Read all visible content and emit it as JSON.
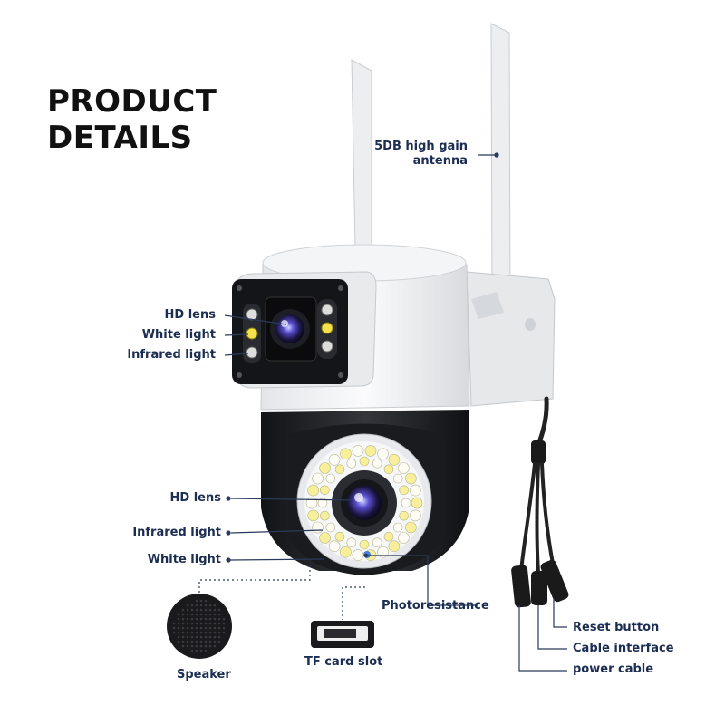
{
  "heading": {
    "line1": "PRODUCT",
    "line2": "DETAILS"
  },
  "labels": {
    "antenna_line1": "5DB high gain",
    "antenna_line2": "antenna",
    "top_hd_lens": "HD lens",
    "top_white_light": "White light",
    "top_infrared_light": "Infrared light",
    "bottom_hd_lens": "HD lens",
    "bottom_infrared_light": "Infrared light",
    "bottom_white_light": "White light",
    "photoresistance": "Photoresistance",
    "speaker": "Speaker",
    "tf_card_slot": "TF card slot",
    "reset_button": "Reset button",
    "cable_interface": "Cable interface",
    "power_cable": "power cable"
  },
  "colors": {
    "label_text": "#1b2d52",
    "leader_line": "#2a3a5c",
    "body_white": "#f1f2f4",
    "body_black": "#1c1d21"
  },
  "icons": [
    "antenna-icon",
    "camera-body",
    "lens-icon",
    "speaker-icon",
    "tf-card-icon",
    "cable-connector-icon"
  ]
}
